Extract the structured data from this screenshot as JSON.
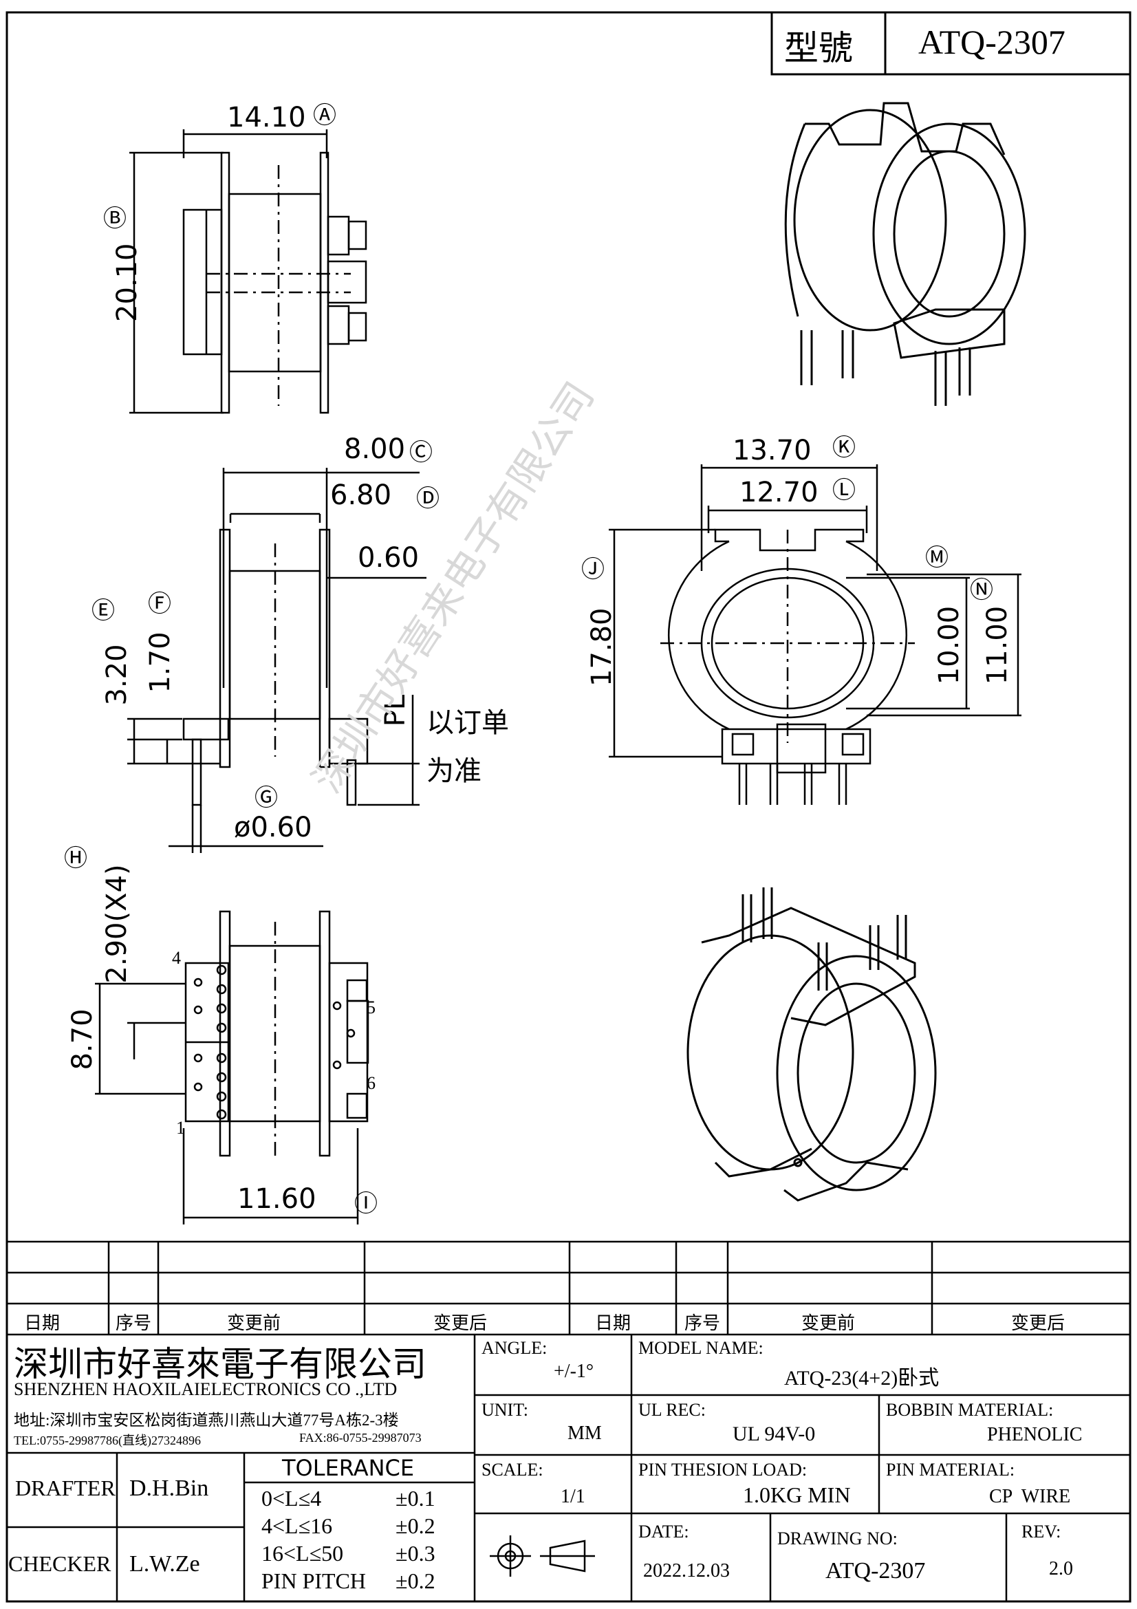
{
  "title_block": {
    "model_label": "型號",
    "model_value": "ATQ-2307"
  },
  "dims": {
    "a": "14.10",
    "a_circle": "Ⓐ",
    "b": "20.10",
    "b_circle": "Ⓑ",
    "c": "8.00",
    "c_circle": "Ⓒ",
    "d": "6.80",
    "d_circle": "Ⓓ",
    "t060": "0.60",
    "e": "3.20",
    "e_circle": "Ⓔ",
    "f": "1.70",
    "f_circle": "Ⓕ",
    "pl": "PL",
    "pl_note_1": "以订单",
    "pl_note_2": "为准",
    "g": "ø0.60",
    "g_circle": "Ⓖ",
    "h": "2.90(X4)",
    "h_circle": "Ⓗ",
    "pitch": "8.70",
    "i": "11.60",
    "i_circle": "Ⓘ",
    "k": "13.70",
    "k_circle": "Ⓚ",
    "l": "12.70",
    "l_circle": "Ⓛ",
    "j": "17.80",
    "j_circle": "Ⓙ",
    "m_circle": "Ⓜ",
    "n_circle": "Ⓝ",
    "m": "10.00",
    "n": "11.00",
    "pin_4": "4",
    "pin_5": "5",
    "pin_6": "6",
    "pin_1": "1"
  },
  "watermark": "深圳市好喜来电子有限公司",
  "revision_table": {
    "headers": [
      "日期",
      "序号",
      "变更前",
      "变更后",
      "日期",
      "序号",
      "变更前",
      "变更后"
    ]
  },
  "company": {
    "name_cn": "深圳市好喜來電子有限公司",
    "name_en": "SHENZHEN HAOXILAIELECTRONICS CO .,LTD",
    "address": "地址:深圳市宝安区松岗街道燕川燕山大道77号A栋2-3楼",
    "tel": "TEL:0755-29987786(直线)27324896",
    "fax": "FAX:86-0755-29987073"
  },
  "spec": {
    "angle_label": "ANGLE:",
    "angle_value": "+/-1°",
    "unit_label": "UNIT:",
    "unit_value": "MM",
    "scale_label": "SCALE:",
    "scale_value": "1/1",
    "model_name_label": "MODEL NAME:",
    "model_name_value": "ATQ-23(4+2)卧式",
    "ul_label": "UL REC:",
    "ul_value": "UL 94V-0",
    "bobbin_label": "BOBBIN MATERIAL:",
    "bobbin_value": "PHENOLIC",
    "pin_load_label": "PIN THESION LOAD:",
    "pin_load_value": "1.0KG MIN",
    "pin_material_label": "PIN MATERIAL:",
    "pin_material_value": "CP  WIRE",
    "date_label": "DATE:",
    "date_value": "2022.12.03",
    "drawing_no_label": "DRAWING NO:",
    "drawing_no_value": "ATQ-2307",
    "rev_label": "REV:",
    "rev_value": "2.0"
  },
  "signoff": {
    "drafter_label": "DRAFTER",
    "drafter_value": "D.H.Bin",
    "checker_label": "CHECKER",
    "checker_value": "L.W.Ze"
  },
  "tolerance": {
    "title": "TOLERANCE",
    "rows": [
      {
        "range": "0<L≤4",
        "value": "±0.1"
      },
      {
        "range": "4<L≤16",
        "value": "±0.2"
      },
      {
        "range": "16<L≤50",
        "value": "±0.3"
      },
      {
        "range": "PIN PITCH",
        "value": "±0.2"
      }
    ]
  }
}
